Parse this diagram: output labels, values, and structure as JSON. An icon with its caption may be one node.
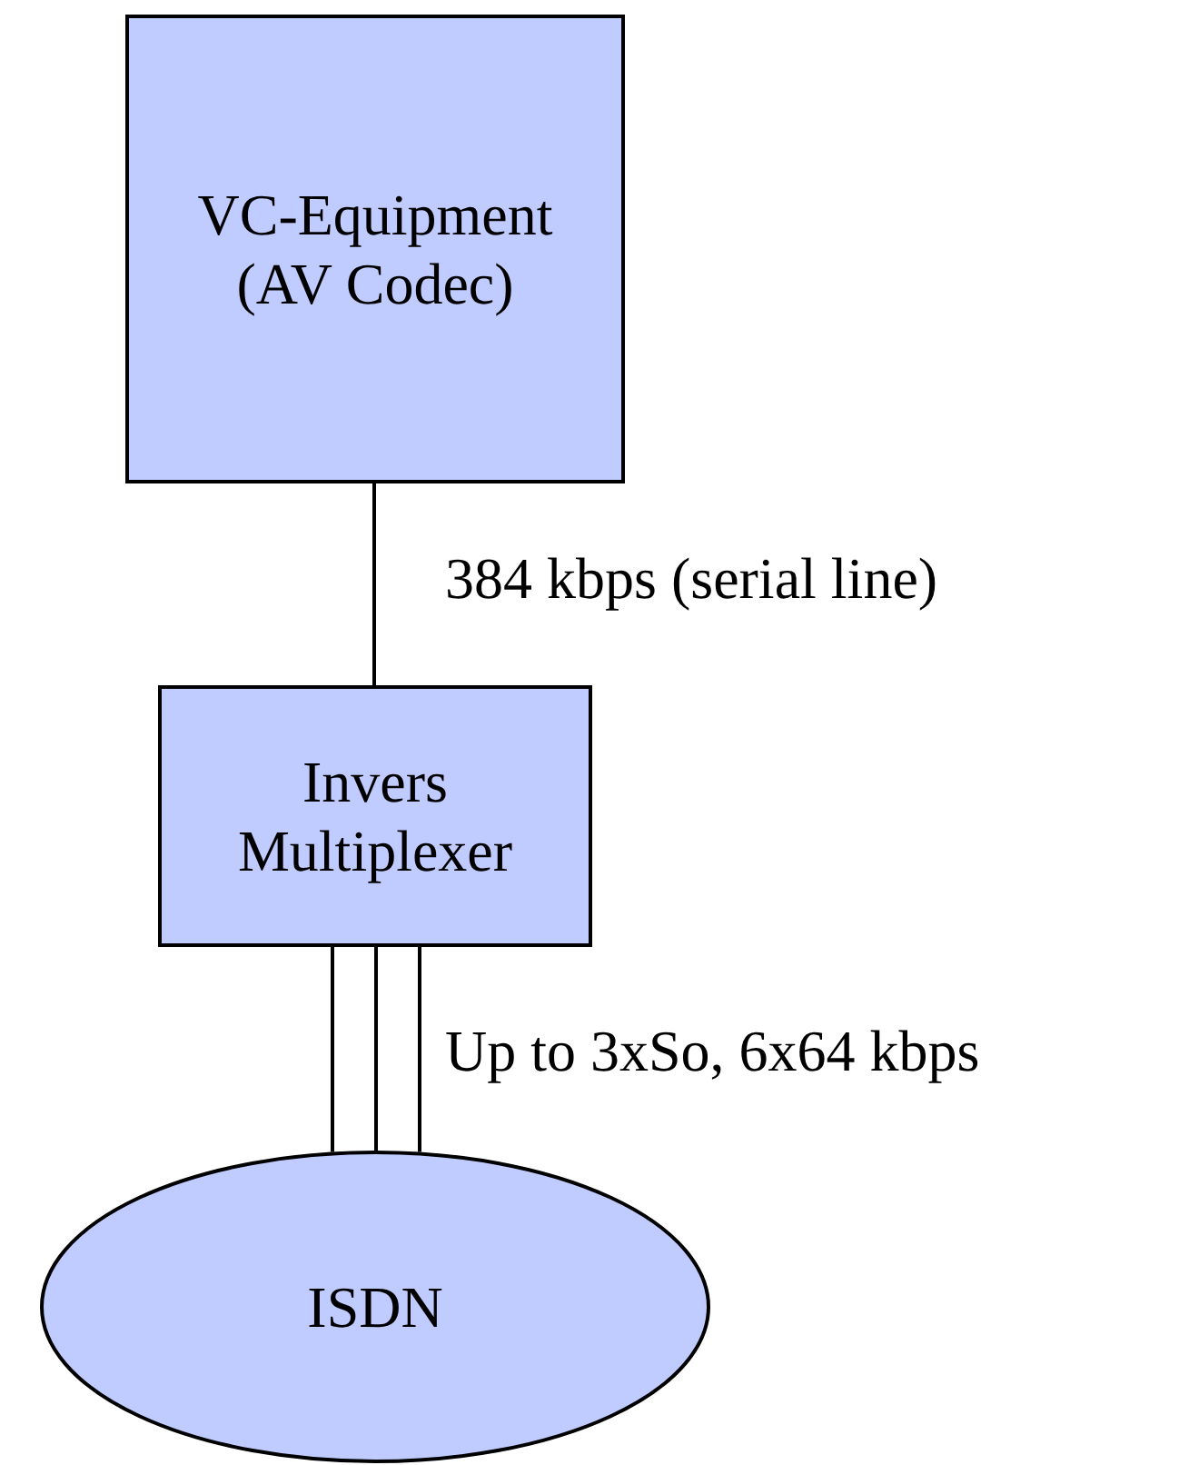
{
  "diagram": {
    "nodes": [
      {
        "text": [
          "VC-Equipment (AV Codec)"
        ]
      },
      {
        "text": [
          "Invers Multiplexer"
        ]
      },
      {
        "text": [
          "ISDN"
        ]
      }
    ],
    "edges": [
      {
        "from": 0,
        "to": 1,
        "arrow": "none",
        "label": "384 kbps (serial line)"
      },
      {
        "from": 1,
        "to": 2,
        "arrow": "none"
      },
      {
        "from": 1,
        "to": 2,
        "arrow": "none"
      },
      {
        "from": 1,
        "to": 2,
        "arrow": "none",
        "label": "Up to 3xSo, 6x64 kbps"
      }
    ]
  }
}
